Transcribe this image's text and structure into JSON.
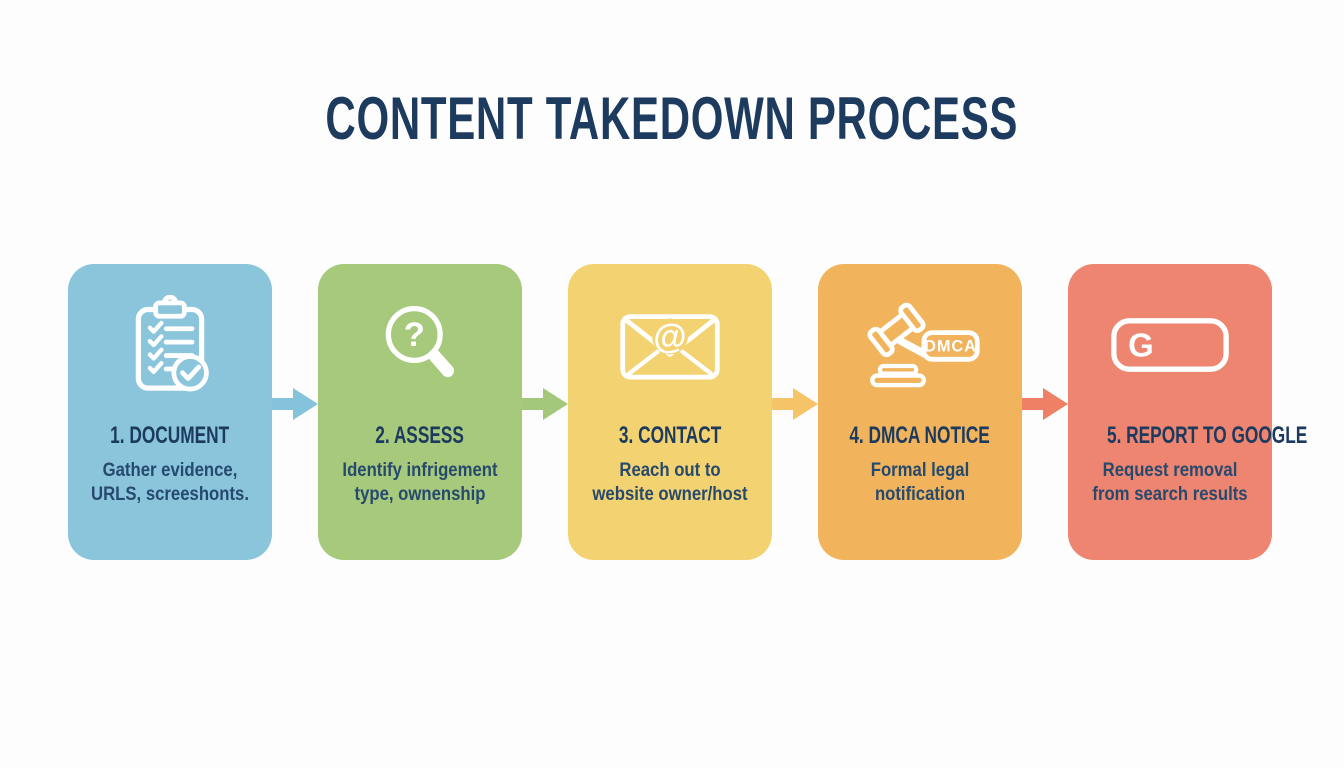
{
  "title": "CONTENT TAKEDOWN PROCESS",
  "colors": {
    "background": "#fdfdfd",
    "title_text": "#1d3a5f",
    "step_title_text": "#1c3a5e",
    "step_desc_text": "#26496e"
  },
  "steps": [
    {
      "icon": "clipboard-checklist-icon",
      "title": "1. DOCUMENT",
      "line1": "Gather evidence,",
      "line2": "URLS, screeshonts.",
      "card_color": "#8ac5dc",
      "arrow_color": "#85c3dc"
    },
    {
      "icon": "magnifier-question-icon",
      "icon_glyph": "?",
      "title": "2. ASSESS",
      "line1": "Identify infrigement",
      "line2": "type, ownenship",
      "card_color": "#a7c97c",
      "arrow_color": "#a3c87c"
    },
    {
      "icon": "envelope-at-icon",
      "icon_glyph": "@",
      "title": "3. CONTACT",
      "line1": "Reach out to",
      "line2": "website owner/host",
      "card_color": "#f3d371",
      "arrow_color": "#f5c468"
    },
    {
      "icon": "gavel-dmca-icon",
      "icon_glyph": "DMCA",
      "title": "4. DMCA NOTICE",
      "line1": "Formal legal",
      "line2": "notification",
      "card_color": "#f1b45c",
      "arrow_color": "#ee8066"
    },
    {
      "icon": "google-search-bar-icon",
      "icon_glyph": "G",
      "title": "5. REPORT TO GOOGLE",
      "line1": "Request removal",
      "line2": "from search results",
      "card_color": "#ee8570"
    }
  ]
}
